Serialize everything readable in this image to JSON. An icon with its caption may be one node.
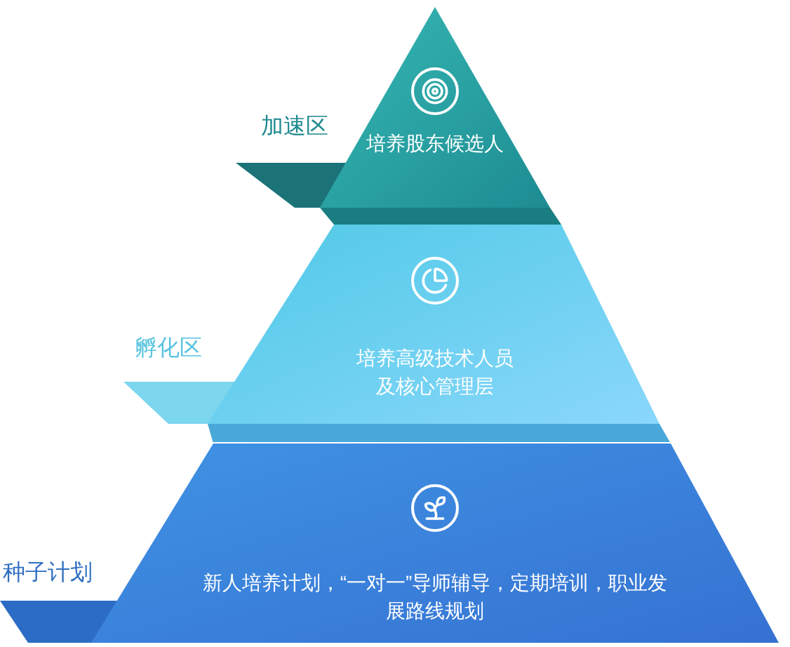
{
  "diagram": {
    "nodes": [
      {
        "text": [
          "培养股东候选人"
        ],
        "beside": [
          "加速区"
        ]
      },
      {
        "text": [
          "培养高级技术人员及核心管理层"
        ],
        "beside": [
          "孵化区"
        ]
      },
      {
        "text": [
          "新人培养计划，“一对一”导师辅导，定期培训，职业发展路线规划"
        ],
        "beside": [
          "种子计划"
        ]
      }
    ]
  }
}
